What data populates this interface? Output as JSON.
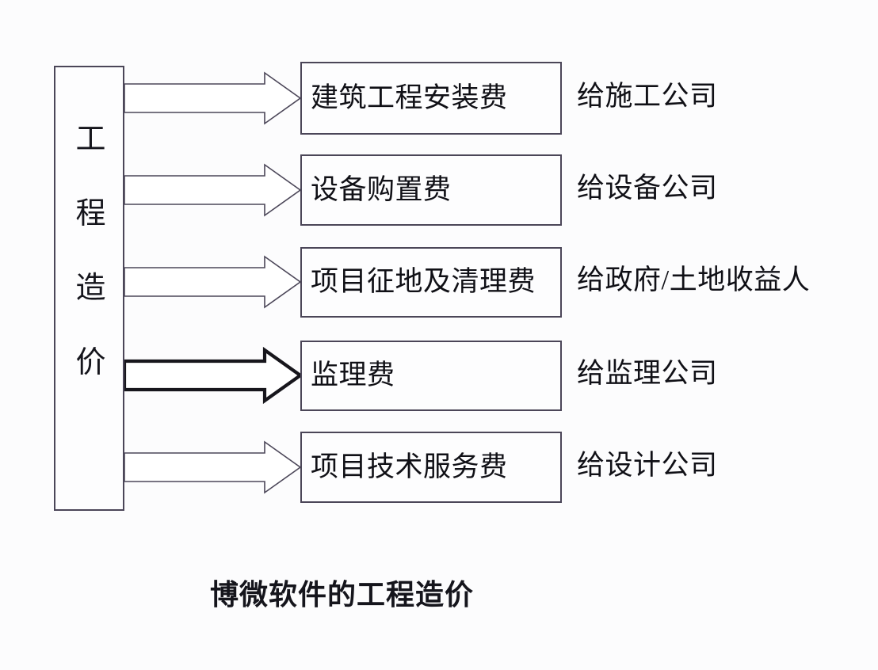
{
  "diagram": {
    "title": "博微软件的工程造价",
    "root": {
      "label": "工程造价",
      "chars": [
        "工",
        "程",
        "造",
        "价"
      ],
      "orientation": "vertical"
    },
    "branches": [
      {
        "fee_label": "建筑工程安装费",
        "recipient_label": "给施工公司",
        "emphasis": false
      },
      {
        "fee_label": "设备购置费",
        "recipient_label": "给设备公司",
        "emphasis": false
      },
      {
        "fee_label": "项目征地及清理费",
        "recipient_label": "给政府/土地收益人",
        "emphasis": false
      },
      {
        "fee_label": "监理费",
        "recipient_label": "给监理公司",
        "emphasis": true
      },
      {
        "fee_label": "项目技术服务费",
        "recipient_label": "给设计公司",
        "emphasis": false
      }
    ],
    "colors": {
      "box_border": "#4b4658",
      "emphasis_stroke": "#17161c",
      "text": "#101016",
      "background": "#fcfcfd"
    }
  }
}
